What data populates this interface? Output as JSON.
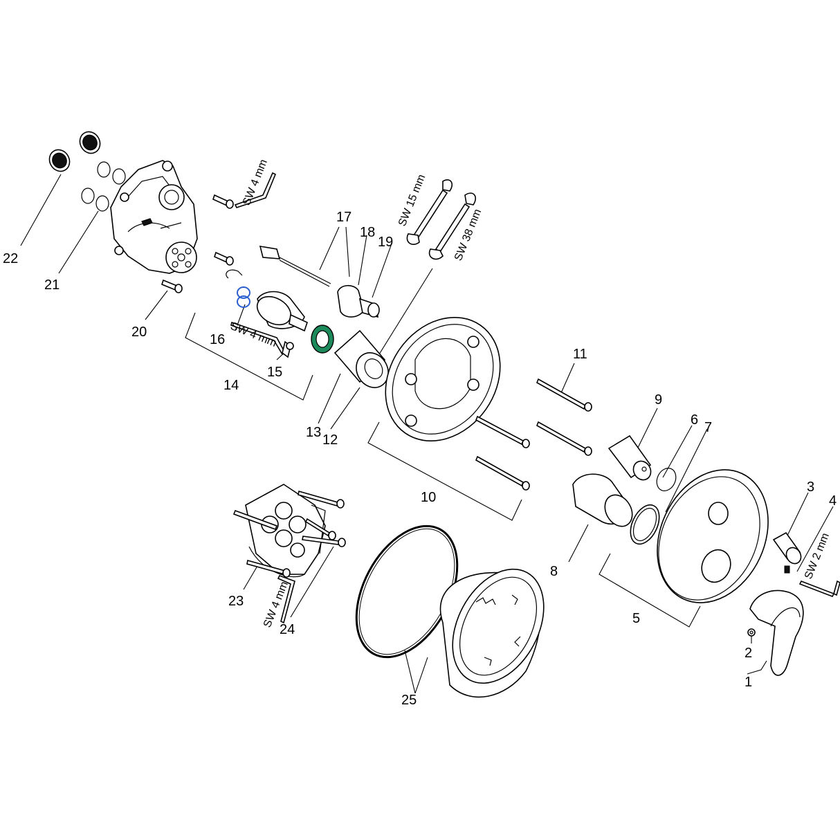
{
  "callouts": [
    {
      "id": "1",
      "label": "1"
    },
    {
      "id": "2",
      "label": "2"
    },
    {
      "id": "3",
      "label": "3"
    },
    {
      "id": "4",
      "label": "4"
    },
    {
      "id": "5",
      "label": "5"
    },
    {
      "id": "6",
      "label": "6"
    },
    {
      "id": "7",
      "label": "7"
    },
    {
      "id": "8",
      "label": "8"
    },
    {
      "id": "9",
      "label": "9"
    },
    {
      "id": "10",
      "label": "10"
    },
    {
      "id": "11",
      "label": "11"
    },
    {
      "id": "12",
      "label": "12"
    },
    {
      "id": "13",
      "label": "13"
    },
    {
      "id": "14",
      "label": "14"
    },
    {
      "id": "15",
      "label": "15"
    },
    {
      "id": "16",
      "label": "16"
    },
    {
      "id": "17",
      "label": "17"
    },
    {
      "id": "18",
      "label": "18"
    },
    {
      "id": "19",
      "label": "19"
    },
    {
      "id": "20",
      "label": "20"
    },
    {
      "id": "21",
      "label": "21"
    },
    {
      "id": "22",
      "label": "22"
    },
    {
      "id": "23",
      "label": "23"
    },
    {
      "id": "24",
      "label": "24"
    },
    {
      "id": "25",
      "label": "25"
    }
  ],
  "tools": {
    "hex_key_top": "SW 4 mm",
    "hex_key_middle": "SW 4 mm",
    "hex_key_bottom": "SW 4 mm",
    "hex_key_small": "SW 2 mm",
    "wrench_small": "SW 15 mm",
    "wrench_large": "SW 38 mm"
  },
  "colors": {
    "line": "#000000",
    "oring_blue": "#2b5fd0",
    "ring_green": "#1c8a5a",
    "background": "#ffffff"
  }
}
